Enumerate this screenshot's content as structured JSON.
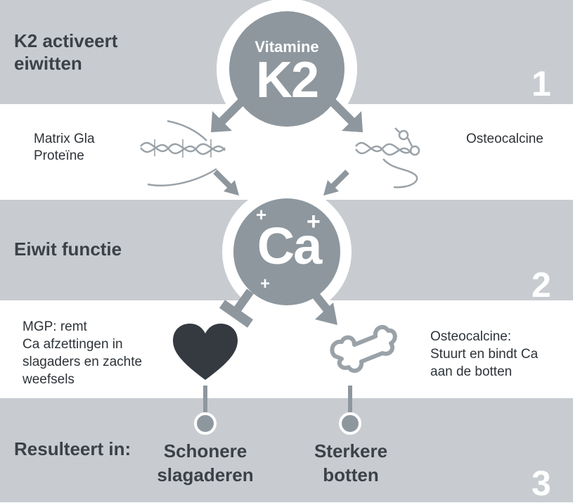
{
  "sections": [
    {
      "title_line1": "K2 activeert",
      "title_line2": "eiwitten",
      "step": "1"
    },
    {
      "title": "Eiwit functie",
      "step": "2"
    },
    {
      "title": "Resulteert in:",
      "step": "3"
    }
  ],
  "vitamin": {
    "small": "Vitamine",
    "big": "K2"
  },
  "proteins": {
    "left_line1": "Matrix Gla",
    "left_line2": "Proteïne",
    "right": "Osteocalcine"
  },
  "calcium": {
    "symbol": "Ca",
    "plus": "+"
  },
  "functions": {
    "left_lines": [
      "MGP: remt",
      "Ca afzettingen in",
      "slagaders en zachte",
      "weefsels"
    ],
    "right_lines": [
      "Osteocalcine:",
      "Stuurt en bindt Ca",
      "aan de botten"
    ]
  },
  "results": {
    "left_line1": "Schonere",
    "left_line2": "slagaderen",
    "right_line1": "Sterkere",
    "right_line2": "botten"
  },
  "icons": [
    "heart-icon",
    "bone-icon",
    "dna-helix-icon",
    "protein-helix-icon"
  ],
  "colors": {
    "band": "#c8ccd0",
    "circle": "#8e979e",
    "dark": "#3b4147",
    "white": "#ffffff"
  }
}
